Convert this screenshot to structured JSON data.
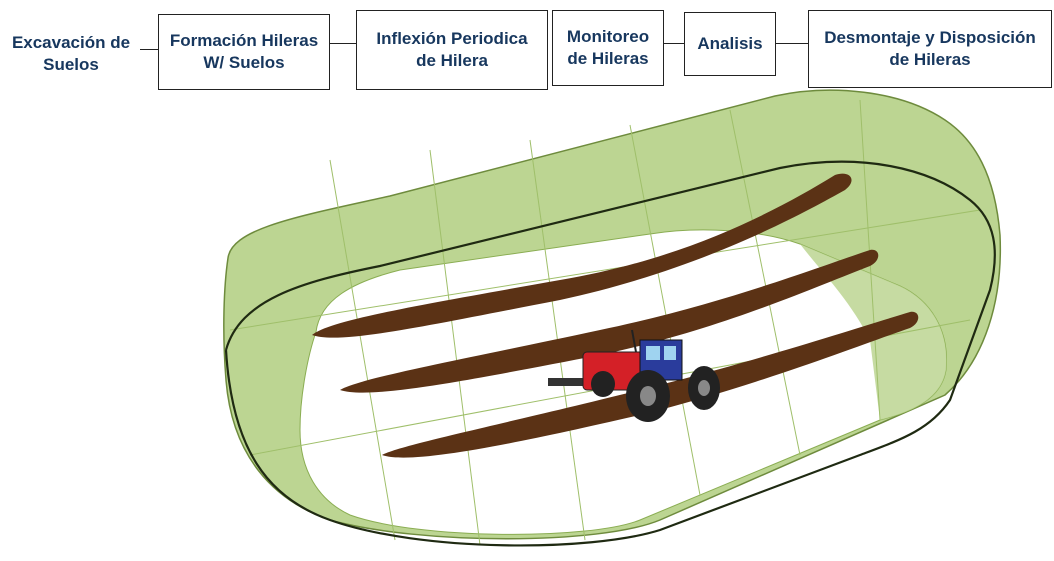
{
  "flow": {
    "steps": [
      {
        "id": "excavation",
        "label": "Excavación de\nSuelos"
      },
      {
        "id": "formation",
        "label": "Formación Hileras\nW/ Suelos"
      },
      {
        "id": "inflection",
        "label": "Inflexión Periodica\nde Hilera"
      },
      {
        "id": "monitoring",
        "label": "Monitoreo\nde Hileras"
      },
      {
        "id": "analysis",
        "label": "Analisis"
      },
      {
        "id": "dismantle",
        "label": "Desmontaje y Disposición\nde Hileras"
      }
    ]
  },
  "colors": {
    "text": "#17375e",
    "berm": "#8aad52",
    "berm_fill": "#b9d38f",
    "windrow": "#5b3215",
    "floor": "#ffffff"
  },
  "illustration": {
    "subject": "composting-windrow-pad",
    "windrow_count": 3,
    "vehicle": "windrow-turner-tractor-icon"
  }
}
